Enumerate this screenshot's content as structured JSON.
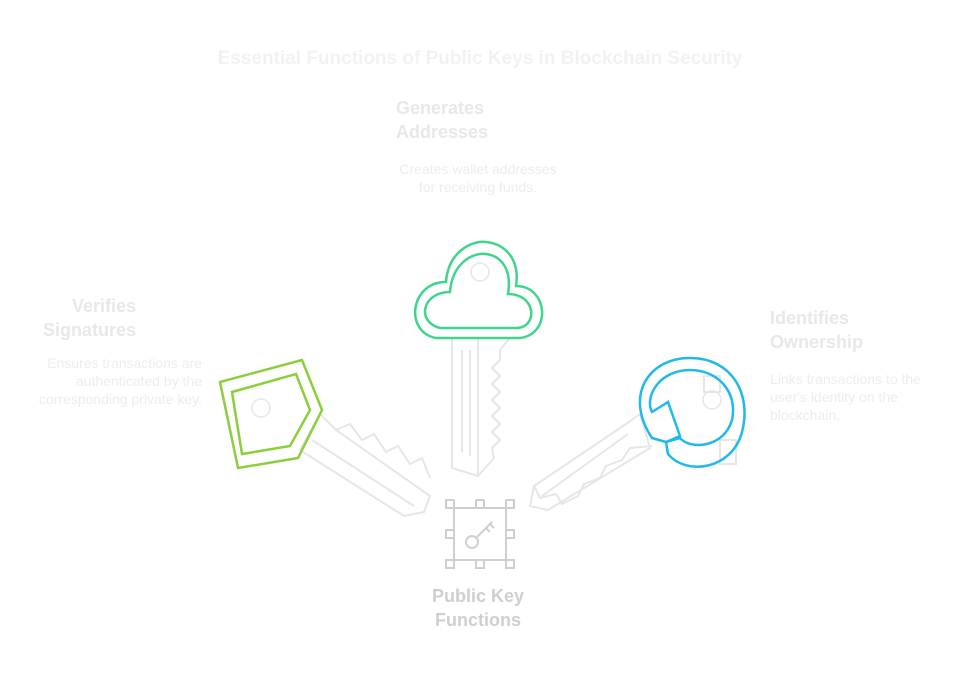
{
  "title": "Essential Functions of Public Keys in Blockchain Security",
  "center": {
    "label": "Public Key Functions",
    "icon": "key-chip-icon"
  },
  "branches": [
    {
      "id": "addresses",
      "title": "Generates Addresses",
      "description": "Creates wallet addresses for receiving funds.",
      "color": "#3fd58a",
      "icon": "cloud-key-icon"
    },
    {
      "id": "signatures",
      "title": "Verifies Signatures",
      "description": "Ensures transactions are authenticated by the corresponding private key.",
      "color": "#8ccf3c",
      "icon": "pentagon-key-icon"
    },
    {
      "id": "ownership",
      "title": "Identifies Ownership",
      "description": "Links transactions to the user's identity on the blockchain.",
      "color": "#1fb9ea",
      "icon": "round-key-icon"
    }
  ]
}
